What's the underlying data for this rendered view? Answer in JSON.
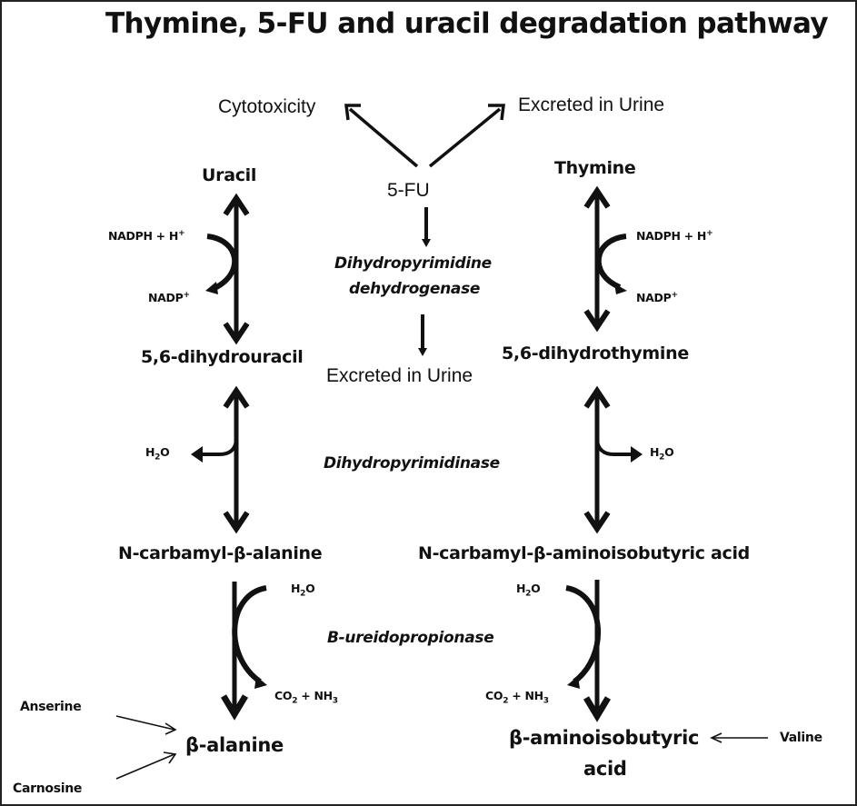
{
  "title": "Thymine, 5-FU and uracil degradation pathway",
  "top": {
    "cytotoxicity": "Cytotoxicity",
    "excreted_top": "Excreted in Urine",
    "fu": "5-FU",
    "excreted_mid": "Excreted in Urine"
  },
  "enzymes": {
    "dpd_line1": "Dihydropyrimidine",
    "dpd_line2": "dehydrogenase",
    "dhp": "Dihydropyrimidinase",
    "bup": "B-ureidopropionase"
  },
  "uracil_branch": {
    "start": "Uracil",
    "step1": "5,6-dihydrouracil",
    "step2": "N-carbamyl-β-alanine",
    "end": "β-alanine",
    "cof_in": "NADPH + H",
    "cof_in_sup": "+",
    "cof_out": "NADP",
    "cof_out_sup": "+",
    "water_out": {
      "h": "H",
      "sub": "2",
      "o": "O"
    },
    "water_in": {
      "h": "H",
      "sub": "2",
      "o": "O"
    },
    "products": {
      "co": "CO",
      "co_sub": "2",
      "plus": " + NH",
      "nh_sub": "3"
    },
    "inputs": [
      "Anserine",
      "Carnosine"
    ]
  },
  "thymine_branch": {
    "start": "Thymine",
    "step1": "5,6-dihydrothymine",
    "step2": "N-carbamyl-β-aminoisobutyric acid",
    "end_line1": "β-aminoisobutyric",
    "end_line2": "acid",
    "cof_in": "NADPH + H",
    "cof_in_sup": "+",
    "cof_out": "NADP",
    "cof_out_sup": "+",
    "water_out": {
      "h": "H",
      "sub": "2",
      "o": "O"
    },
    "water_in": {
      "h": "H",
      "sub": "2",
      "o": "O"
    },
    "products": {
      "co": "CO",
      "co_sub": "2",
      "plus": " + NH",
      "nh_sub": "3"
    },
    "inputs": [
      "Valine"
    ]
  }
}
